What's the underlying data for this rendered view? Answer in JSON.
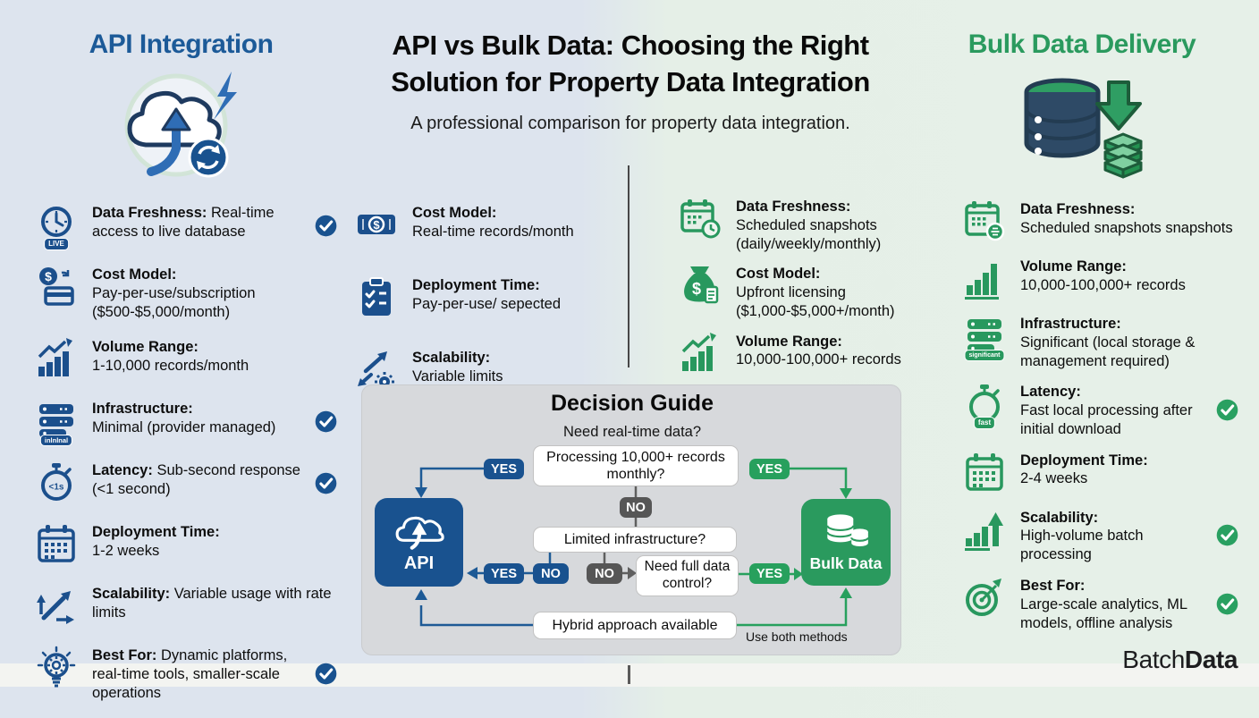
{
  "header": {
    "title_line1": "API vs Bulk Data: Choosing the Right",
    "title_line2": "Solution for Property Data Integration",
    "subtitle": "A professional comparison for property data integration."
  },
  "brand": {
    "part1": "Batch",
    "part2": "Data"
  },
  "colors": {
    "api_blue": "#1c5a98",
    "bulk_green": "#2a9a5e"
  },
  "api_column": {
    "title": "API Integration",
    "items": [
      {
        "icon": "clock-live-icon",
        "badge": "LIVE",
        "label": "Data Freshness:",
        "text": "Real-time access to live database",
        "check": true
      },
      {
        "icon": "coin-card-icon",
        "label": "Cost Model:",
        "text": "Pay-per-use/subscription ($500-$5,000/month)"
      },
      {
        "icon": "chart-up-icon",
        "label": "Volume Range:",
        "text": "1-10,000 records/month"
      },
      {
        "icon": "server-icon",
        "badge": "inlnlnal",
        "label": "Infrastructure:",
        "text": "Minimal (provider managed)",
        "check": true
      },
      {
        "icon": "stopwatch-icon",
        "badge": "<1s",
        "label": "Latency:",
        "text": "Sub-second response (<1 second)",
        "check": true
      },
      {
        "icon": "calendar-icon",
        "label": "Deployment Time:",
        "text": "1-2 weeks"
      },
      {
        "icon": "growth-arrows-icon",
        "label": "Scalability:",
        "text": "Variable usage with rate limits"
      },
      {
        "icon": "bulb-gear-icon",
        "label": "Best For:",
        "text": "Dynamic platforms, real-time tools, smaller-scale operations",
        "check": true
      }
    ]
  },
  "api_details": {
    "items": [
      {
        "icon": "banknote-icon",
        "label": "Cost Model:",
        "text": "Real-time records/month"
      },
      {
        "icon": "clipboard-check-icon",
        "label": "Deployment Time:",
        "text": "Pay-per-use/ sepected"
      },
      {
        "icon": "arrows-gear-icon",
        "label": "Scalability:",
        "text": "Variable limits"
      }
    ]
  },
  "bulk_details": {
    "items": [
      {
        "icon": "calendar-clock-icon",
        "label": "Data Freshness:",
        "text": "Scheduled snapshots (daily/weekly/monthly)"
      },
      {
        "icon": "money-bag-icon",
        "label": "Cost Model:",
        "text": "Upfront licensing ($1,000-$5,000+/month)"
      },
      {
        "icon": "chart-up-icon",
        "label": "Volume Range:",
        "text": "10,000-100,000+ records"
      }
    ]
  },
  "bulk_column": {
    "title": "Bulk Data Delivery",
    "items": [
      {
        "icon": "calendar-badge-icon",
        "label": "Data Freshness:",
        "text": "Scheduled snapshots snapshots"
      },
      {
        "icon": "bar-chart-icon",
        "label": "Volume Range:",
        "text": "10,000-100,000+ records"
      },
      {
        "icon": "server-icon",
        "badge": "significant",
        "label": "Infrastructure:",
        "text": "Significant (local storage & management required)"
      },
      {
        "icon": "stopwatch-icon",
        "badge": "fast",
        "label": "Latency:",
        "text": "Fast local processing after initial download",
        "check": true
      },
      {
        "icon": "calendar-icon",
        "label": "Deployment Time:",
        "text": "2-4 weeks"
      },
      {
        "icon": "bars-up-arrow-icon",
        "label": "Scalability:",
        "text": "High-volume batch processing",
        "check": true
      },
      {
        "icon": "target-icon",
        "label": "Best For:",
        "text": "Large-scale analytics, ML models, offline analysis",
        "check": true
      }
    ]
  },
  "decision_guide": {
    "title": "Decision Guide",
    "question": "Need real-time data?",
    "box_processing": "Processing 10,000+ records monthly?",
    "box_infrastructure": "Limited infrastructure?",
    "box_control": "Need full data control?",
    "box_hybrid": "Hybrid approach available",
    "note": "Use both methods",
    "yes": "YES",
    "no": "NO",
    "api_node": "API",
    "bulk_node": "Bulk Data"
  }
}
